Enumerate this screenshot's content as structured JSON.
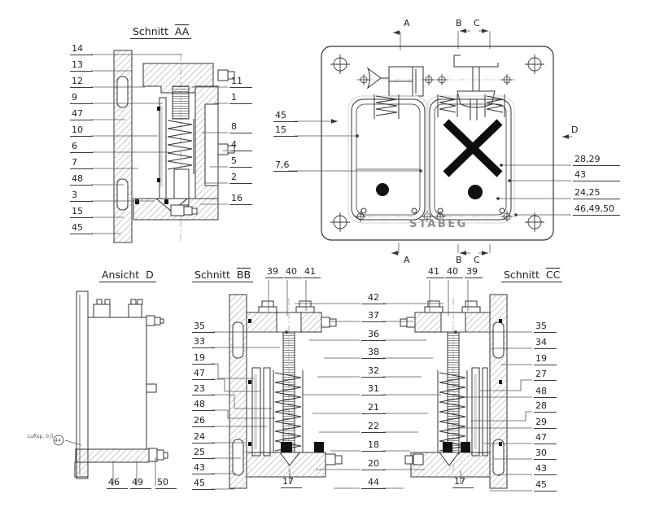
{
  "drawing": {
    "brand": "STABEG",
    "sections": {
      "schnitt_aa": {
        "title_word": "Schnitt",
        "title_letters": "AA",
        "left_labels": [
          "14",
          "13",
          "12",
          "9",
          "47",
          "10",
          "6",
          "7",
          "48",
          "3",
          "15",
          "45"
        ],
        "right_labels": [
          "11",
          "1",
          "8",
          "4",
          "5",
          "2",
          "16"
        ]
      },
      "top_view": {
        "left_labels": [
          "45",
          "15",
          "7,6"
        ],
        "right_labels": [
          "28,29",
          "43",
          "24,25",
          "46,49,50"
        ],
        "arrow_a": "A",
        "arrow_b": "B",
        "arrow_c": "C",
        "arrow_d": "D"
      },
      "ansicht_d": {
        "title_word": "Ansicht",
        "title_letters": "D",
        "bottom_labels": [
          "46",
          "49",
          "50"
        ],
        "note": "Luftsp. 0,5",
        "note_balloon": "44"
      },
      "schnitt_bb": {
        "title_word": "Schnitt",
        "title_letters": "BB",
        "top_labels": [
          "39",
          "40",
          "41"
        ],
        "left_labels": [
          "35",
          "33",
          "19",
          "47",
          "23",
          "48",
          "26",
          "24",
          "25",
          "43",
          "45"
        ],
        "bottom_label": "17"
      },
      "center_labels": [
        "42",
        "37",
        "36",
        "38",
        "32",
        "31",
        "21",
        "22",
        "18",
        "20",
        "44"
      ],
      "schnitt_cc": {
        "title_word": "Schnitt",
        "title_letters": "CC",
        "top_labels": [
          "41",
          "40",
          "39"
        ],
        "right_labels": [
          "35",
          "34",
          "19",
          "27",
          "48",
          "28",
          "29",
          "47",
          "30",
          "43",
          "45"
        ],
        "bottom_label": "17"
      }
    },
    "colors": {
      "line": "#333333",
      "hatch": "#4d4d4d",
      "mark": "#111111",
      "brand_gray": "#8d8d8d"
    }
  }
}
